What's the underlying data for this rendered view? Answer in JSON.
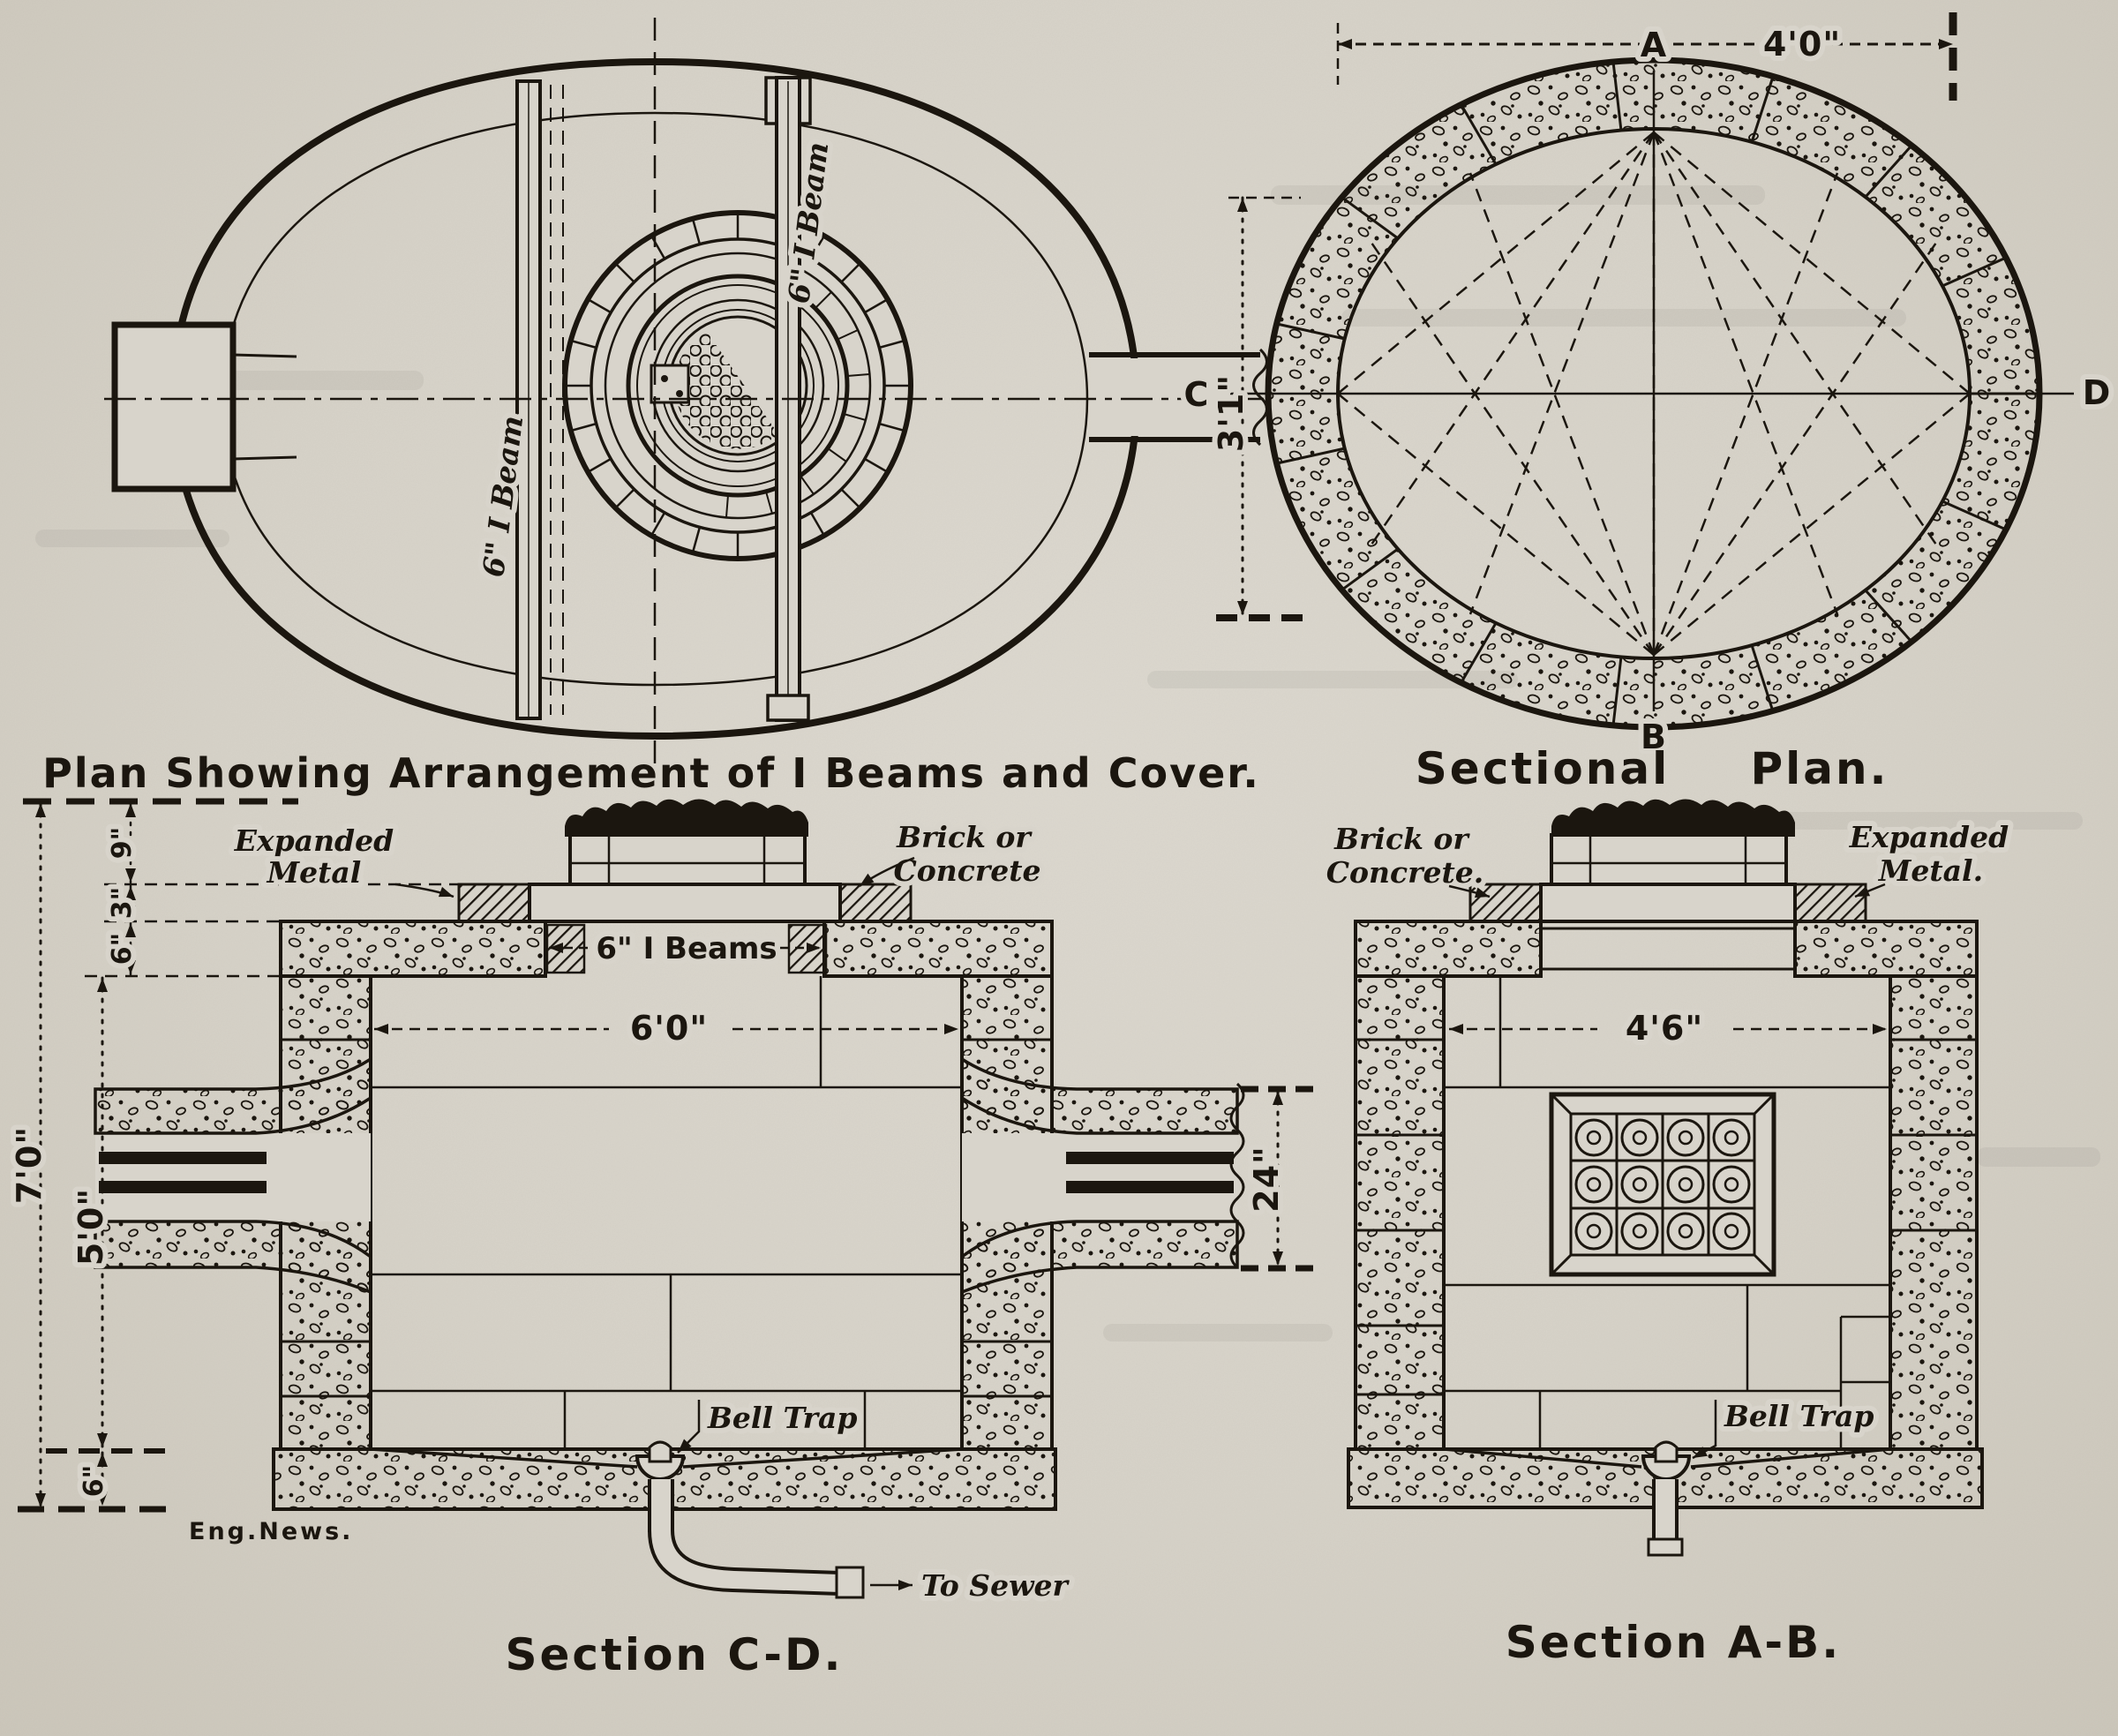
{
  "colors": {
    "paper": "#d8d4cb",
    "ink": "#1b160f"
  },
  "plan_view": {
    "caption": "Plan Showing Arrangement of I Beams and Cover.",
    "beam_label_left": "6\" I Beam",
    "beam_label_right": "6\" I Beam"
  },
  "sectional_plan": {
    "caption_word1": "Sectional",
    "caption_word2": "Plan.",
    "dim_width": "4'0\"",
    "dim_height": "3'1\"",
    "point_a": "A",
    "point_b": "B",
    "point_c": "C",
    "point_d": "D"
  },
  "section_cd": {
    "caption": "Section C-D.",
    "expanded_metal_line1": "Expanded",
    "expanded_metal_line2": "Metal",
    "brick_concrete_line1": "Brick or",
    "brick_concrete_line2": "Concrete",
    "dim_beams": "6\" I Beams",
    "dim_width": "6'0\"",
    "dim_pipe": "24\"",
    "dim_total_height": "7'0\"",
    "dim_inner_height": "5'0\"",
    "dim_floor": "6\"",
    "dim_top1": "9\"",
    "dim_top2": "3\"",
    "dim_top3": "6\"",
    "bell_trap": "Bell Trap",
    "to_sewer": "To Sewer",
    "credit": "Eng.News."
  },
  "section_ab": {
    "caption": "Section A-B.",
    "brick_concrete_line1": "Brick or",
    "brick_concrete_line2": "Concrete.",
    "expanded_metal_line1": "Expanded",
    "expanded_metal_line2": "Metal.",
    "dim_width": "4'6\"",
    "bell_trap": "Bell Trap"
  }
}
